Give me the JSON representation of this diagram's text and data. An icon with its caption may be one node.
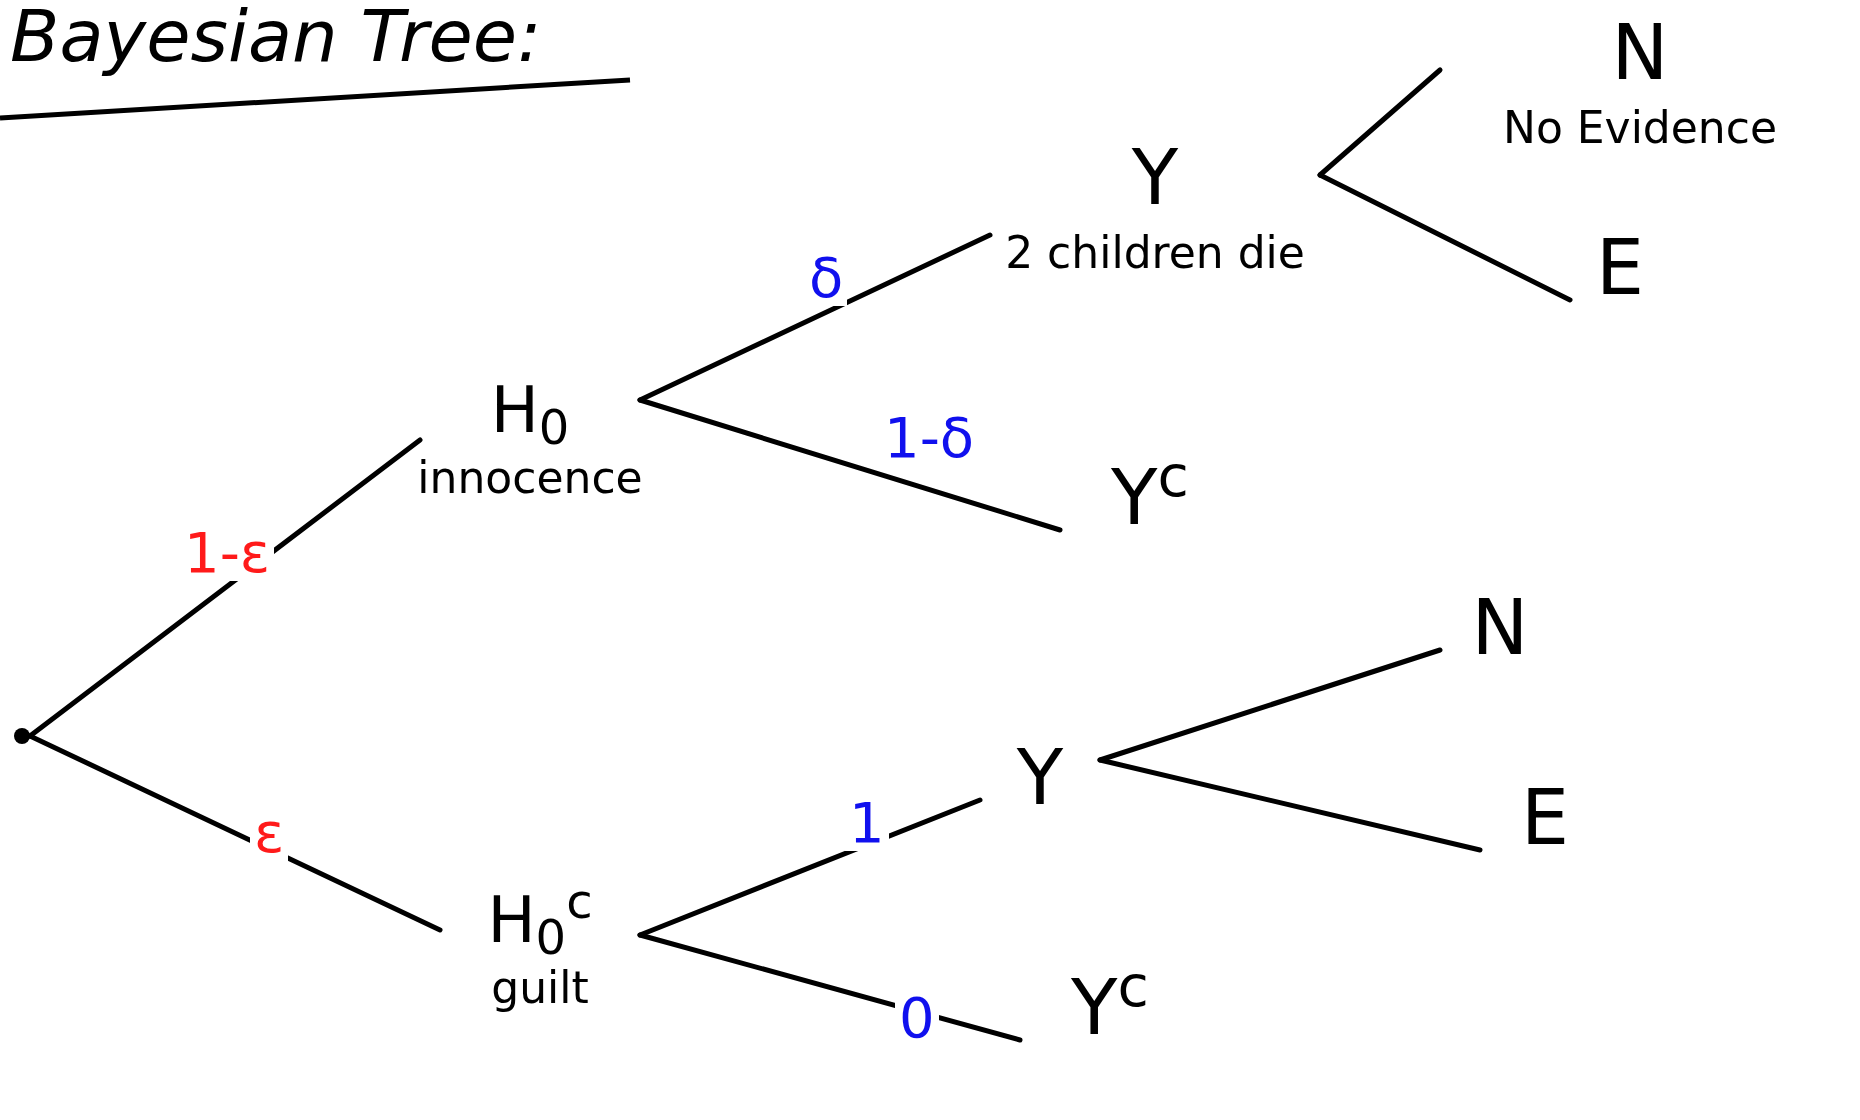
{
  "diagram": {
    "title": "Bayesian Tree:",
    "nodes": [
      {
        "text": [],
        "shape": "circle"
      },
      {
        "text": [
          "H$_{0}$",
          "innocence"
        ]
      },
      {
        "text": [
          "H$_{0}$$^{c}$",
          "guilt"
        ]
      },
      {
        "text": [
          "Y",
          "2 children die"
        ]
      },
      {
        "text": [
          "Y$^{c}$"
        ]
      },
      {
        "text": [
          "Y"
        ]
      },
      {
        "text": [
          "Y$^{c}$"
        ]
      },
      {
        "text": [
          "N",
          "No Evidence"
        ]
      },
      {
        "text": [
          "E"
        ]
      },
      {
        "text": [
          "N"
        ]
      },
      {
        "text": [
          "E"
        ]
      }
    ],
    "edges": [
      {
        "from": 0,
        "to": 1,
        "arrow": "none",
        "label": "1-ε"
      },
      {
        "from": 0,
        "to": 2,
        "arrow": "none",
        "label": "ε"
      },
      {
        "from": 1,
        "to": 3,
        "arrow": "none",
        "label": "δ"
      },
      {
        "from": 1,
        "to": 4,
        "arrow": "none",
        "label": "1-δ"
      },
      {
        "from": 2,
        "to": 5,
        "arrow": "none",
        "label": "1"
      },
      {
        "from": 2,
        "to": 6,
        "arrow": "none",
        "label": "0"
      },
      {
        "from": 3,
        "to": 7,
        "arrow": "none"
      },
      {
        "from": 3,
        "to": 8,
        "arrow": "none"
      },
      {
        "from": 5,
        "to": 9,
        "arrow": "none"
      },
      {
        "from": 5,
        "to": 10,
        "arrow": "none"
      }
    ]
  }
}
